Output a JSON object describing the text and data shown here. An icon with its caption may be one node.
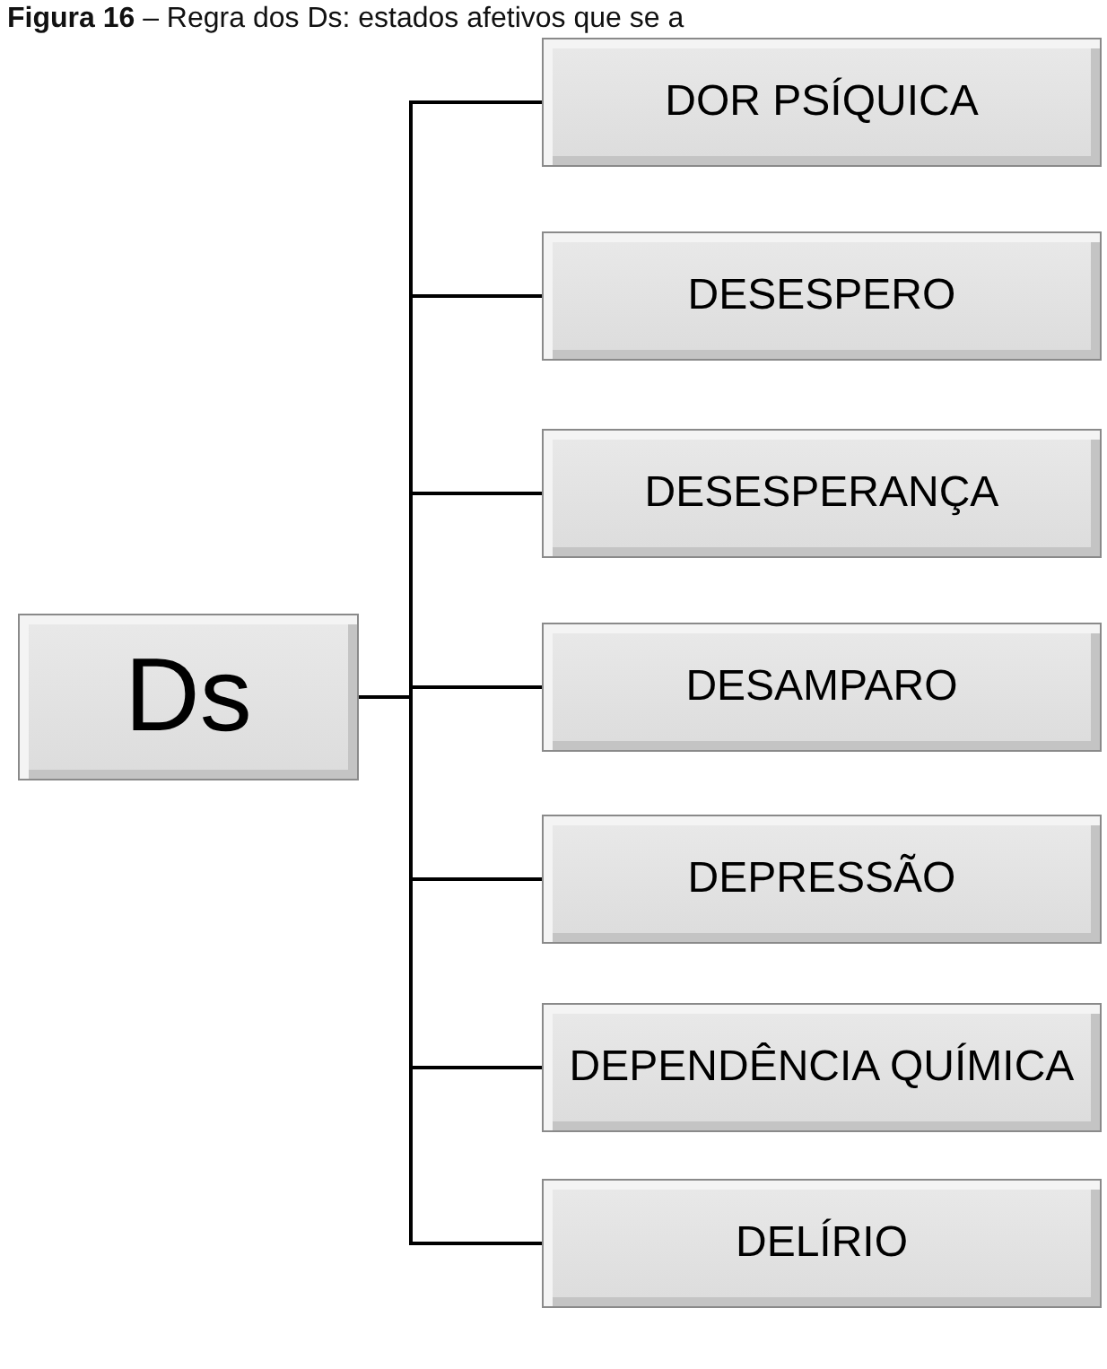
{
  "diagram": {
    "title": "**Figura 16** – Regra dos Ds: estados afetivos que se a",
    "nodes": [
      {
        "text": [
          "Ds"
        ]
      },
      {
        "text": [
          "DOR PSÍQUICA"
        ]
      },
      {
        "text": [
          "DESESPERO"
        ]
      },
      {
        "text": [
          "DESESPERANÇA"
        ]
      },
      {
        "text": [
          "DESAMPARO"
        ]
      },
      {
        "text": [
          "DEPRESSÃO"
        ]
      },
      {
        "text": [
          "DEPENDÊNCIA QUÍMICA"
        ]
      },
      {
        "text": [
          "DELÍRIO"
        ]
      }
    ],
    "edges": [
      {
        "from": 0,
        "to": 1,
        "arrow": "none"
      },
      {
        "from": 0,
        "to": 2,
        "arrow": "none"
      },
      {
        "from": 0,
        "to": 3,
        "arrow": "none"
      },
      {
        "from": 0,
        "to": 4,
        "arrow": "none"
      },
      {
        "from": 0,
        "to": 5,
        "arrow": "none"
      },
      {
        "from": 0,
        "to": 6,
        "arrow": "none"
      },
      {
        "from": 0,
        "to": 7,
        "arrow": "none"
      }
    ]
  }
}
